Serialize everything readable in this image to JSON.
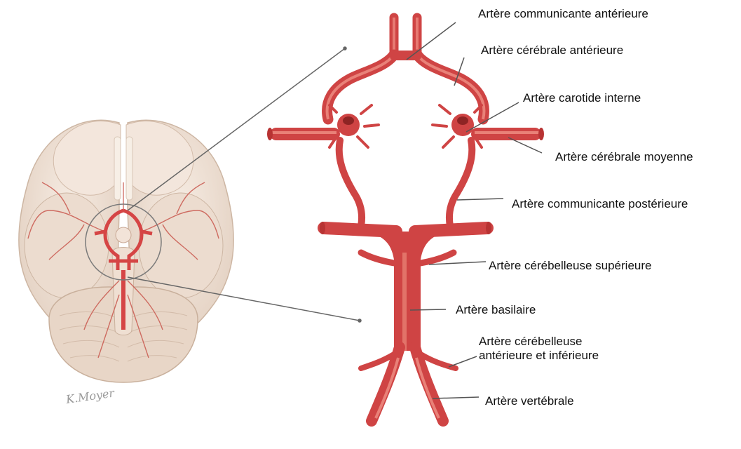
{
  "labels": {
    "acom_ant": "Artère communicante antérieure",
    "cer_ant": "Artère cérébrale antérieure",
    "carotide": "Artère carotide interne",
    "cer_moy": "Artère cérébrale moyenne",
    "acom_post": "Artère communicante postérieure",
    "cb_sup": "Artère cérébelleuse supérieure",
    "basilaire": "Artère basilaire",
    "cb_ai_1": "Artère cérébelleuse",
    "cb_ai_2": "antérieure et inférieure",
    "vertebrale": "Artère vertébrale"
  },
  "signature": "K.Moyer",
  "colors": {
    "artery": "#d94c4c",
    "artery_dark": "#b53333",
    "artery_light": "#ef8a84",
    "brain": "#efe1d6",
    "brain_shade": "#d9c3b2",
    "leader": "#555555"
  }
}
